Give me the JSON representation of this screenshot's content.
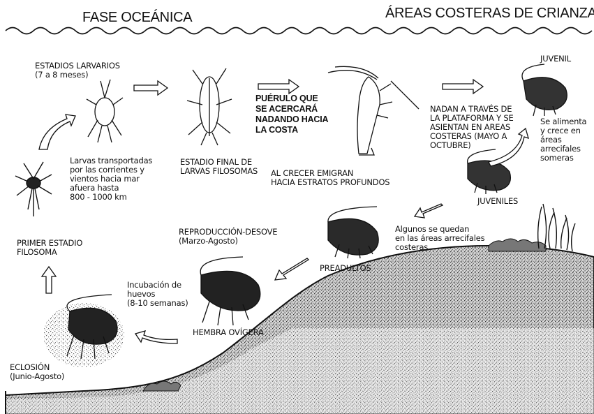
{
  "titles": {
    "left": "FASE OCEÁNICA",
    "right": "ÁREAS COSTERAS DE CRIANZA"
  },
  "labels": {
    "estadios_larvarios": "ESTADIOS LARVARIOS\n(7 a 8 meses)",
    "larvas_transportadas": "Larvas transportadas\npor las corrientes y\nvientos hacia mar\nafuera hasta\n800 - 1000 km",
    "estadio_final": "ESTADIO FINAL DE\nLARVAS FILOSOMAS",
    "puerulo": "PUÉRULO QUE\nSE ACERCARÁ\nNADANDO HACIA\nLA COSTA",
    "al_crecer": "AL CRECER EMIGRAN\nHACIA ESTRATOS PROFUNDOS",
    "nadan": "NADAN A TRAVÉS DE\nLA PLATAFORMA Y SE\nASIENTAN EN AREAS\nCOSTERAS (MAYO A\nOCTUBRE)",
    "juvenil": "JUVENIL",
    "se_alimenta": "Se alimenta\ny crece en\náreas\narrecifales\nsomeras",
    "juveniles": "JUVENILES",
    "algunos": "Algunos se quedan\nen las áreas arrecifales\ncosteras",
    "preadultos": "PREADULTOS",
    "reproduccion": "REPRODUCCIÓN-DESOVE\n(Marzo-Agosto)",
    "primer_estadio": "PRIMER ESTADIO\nFILOSOMA",
    "incubacion": "Incubación de\nhuevos\n(8-10 semanas)",
    "hembra": "HEMBRA OVÍGERA",
    "eclosion": "ECLOSIÓN\n(Junio-Agosto)"
  }
}
